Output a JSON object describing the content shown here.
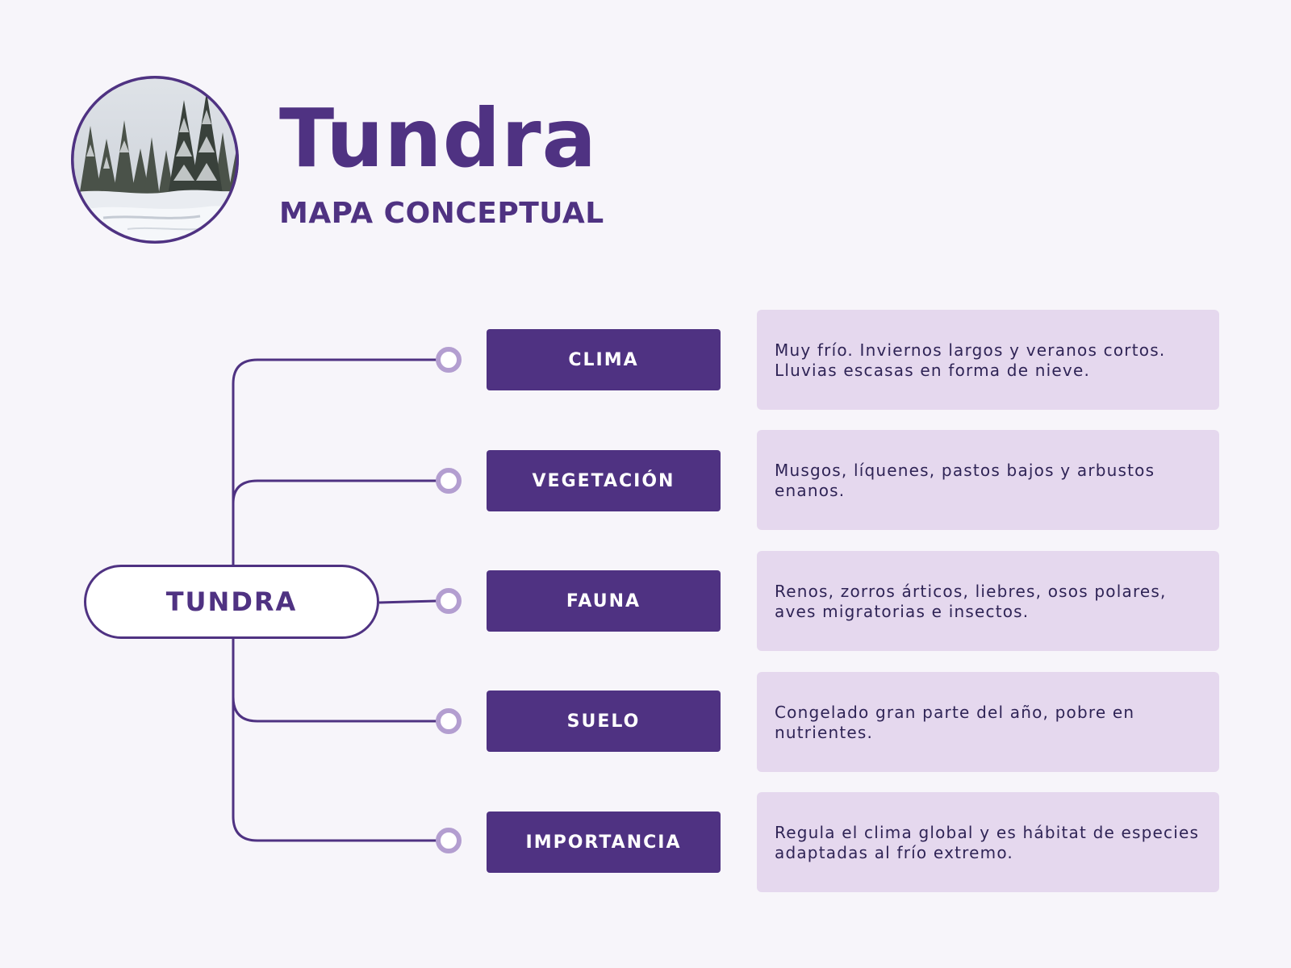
{
  "header": {
    "title": "Tundra",
    "subtitle": "MAPA CONCEPTUAL",
    "photo_icon": "snowy-forest-photo"
  },
  "colors": {
    "background": "#f7f5fa",
    "primary": "#4f3282",
    "accent": "#b39ed0",
    "description_bg": "#e5d8ee",
    "description_text": "#2f2456"
  },
  "root": {
    "label": "TUNDRA"
  },
  "branches": [
    {
      "label": "CLIMA",
      "description": "Muy frío. Inviernos largos y veranos cortos. Lluvias escasas en forma de nieve."
    },
    {
      "label": "VEGETACIÓN",
      "description": "Musgos, líquenes, pastos bajos y arbustos enanos."
    },
    {
      "label": "FAUNA",
      "description": "Renos, zorros árticos, liebres, osos polares, aves migratorias e insectos."
    },
    {
      "label": "SUELO",
      "description": "Congelado gran parte del año, pobre en nutrientes."
    },
    {
      "label": "IMPORTANCIA",
      "description": "Regula el clima global y es hábitat de especies adaptadas al frío extremo."
    }
  ]
}
